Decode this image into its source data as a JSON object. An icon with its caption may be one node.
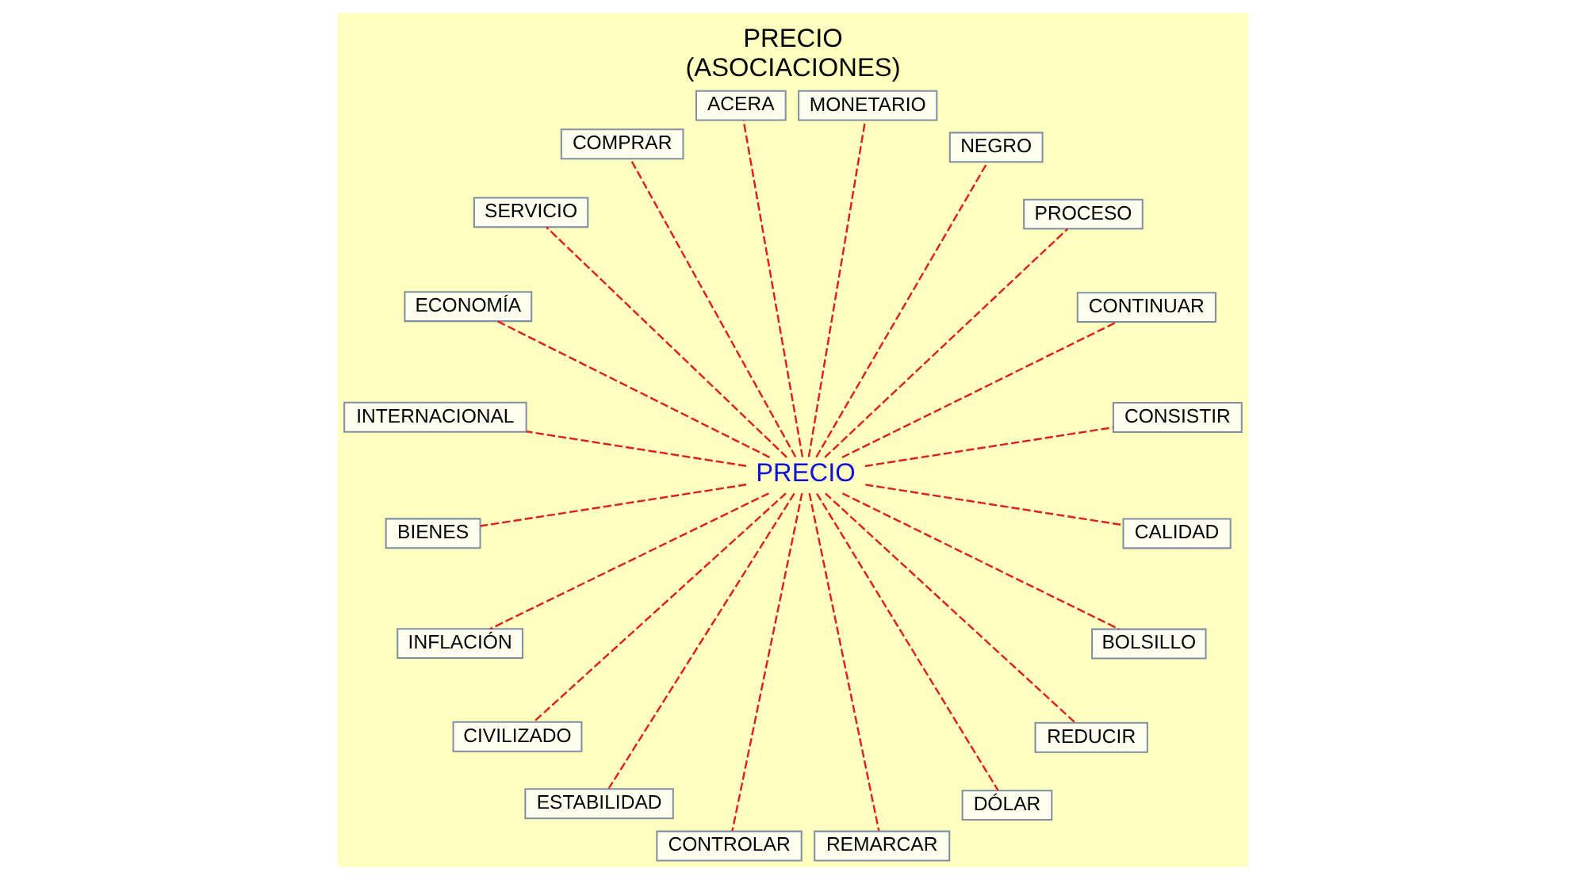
{
  "diagram": {
    "title": "PRECIO",
    "caption": "(ASOCIACIONES)",
    "nodes": [
      {
        "text": [
          "PRECIO"
        ]
      },
      {
        "text": [
          "CONSISTIR"
        ]
      },
      {
        "text": [
          "CONTINUAR"
        ]
      },
      {
        "text": [
          "PROCESO"
        ]
      },
      {
        "text": [
          "NEGRO"
        ]
      },
      {
        "text": [
          "MONETARIO"
        ]
      },
      {
        "text": [
          "ACERA"
        ]
      },
      {
        "text": [
          "COMPRAR"
        ]
      },
      {
        "text": [
          "SERVICIO"
        ]
      },
      {
        "text": [
          "ECONOMÍA"
        ]
      },
      {
        "text": [
          "INTERNACIONAL"
        ]
      },
      {
        "text": [
          "BIENES"
        ]
      },
      {
        "text": [
          "INFLACIÓN"
        ]
      },
      {
        "text": [
          "CIVILIZADO"
        ]
      },
      {
        "text": [
          "ESTABILIDAD"
        ]
      },
      {
        "text": [
          "CONTROLAR"
        ]
      },
      {
        "text": [
          "REMARCAR"
        ]
      },
      {
        "text": [
          "DÓLAR"
        ]
      },
      {
        "text": [
          "REDUCIR"
        ]
      },
      {
        "text": [
          "BOLSILLO"
        ]
      },
      {
        "text": [
          "CALIDAD"
        ]
      }
    ],
    "edges": [
      {
        "from": 0,
        "to": 1,
        "arrow": "none",
        "style": "dashed"
      },
      {
        "from": 0,
        "to": 2,
        "arrow": "none",
        "style": "dashed"
      },
      {
        "from": 0,
        "to": 3,
        "arrow": "none",
        "style": "dashed"
      },
      {
        "from": 0,
        "to": 4,
        "arrow": "none",
        "style": "dashed"
      },
      {
        "from": 0,
        "to": 5,
        "arrow": "none",
        "style": "dashed"
      },
      {
        "from": 0,
        "to": 6,
        "arrow": "none",
        "style": "dashed"
      },
      {
        "from": 0,
        "to": 7,
        "arrow": "none",
        "style": "dashed"
      },
      {
        "from": 0,
        "to": 8,
        "arrow": "none",
        "style": "dashed"
      },
      {
        "from": 0,
        "to": 9,
        "arrow": "none",
        "style": "dashed"
      },
      {
        "from": 0,
        "to": 10,
        "arrow": "none",
        "style": "dashed"
      },
      {
        "from": 0,
        "to": 11,
        "arrow": "none",
        "style": "dashed"
      },
      {
        "from": 0,
        "to": 12,
        "arrow": "none",
        "style": "dashed"
      },
      {
        "from": 0,
        "to": 13,
        "arrow": "none",
        "style": "dashed"
      },
      {
        "from": 0,
        "to": 14,
        "arrow": "none",
        "style": "dashed"
      },
      {
        "from": 0,
        "to": 15,
        "arrow": "none",
        "style": "dashed"
      },
      {
        "from": 0,
        "to": 16,
        "arrow": "none",
        "style": "dashed"
      },
      {
        "from": 0,
        "to": 17,
        "arrow": "none",
        "style": "dashed"
      },
      {
        "from": 0,
        "to": 18,
        "arrow": "none",
        "style": "dashed"
      },
      {
        "from": 0,
        "to": 19,
        "arrow": "none",
        "style": "dashed"
      },
      {
        "from": 0,
        "to": 20,
        "arrow": "none",
        "style": "dashed"
      }
    ]
  }
}
